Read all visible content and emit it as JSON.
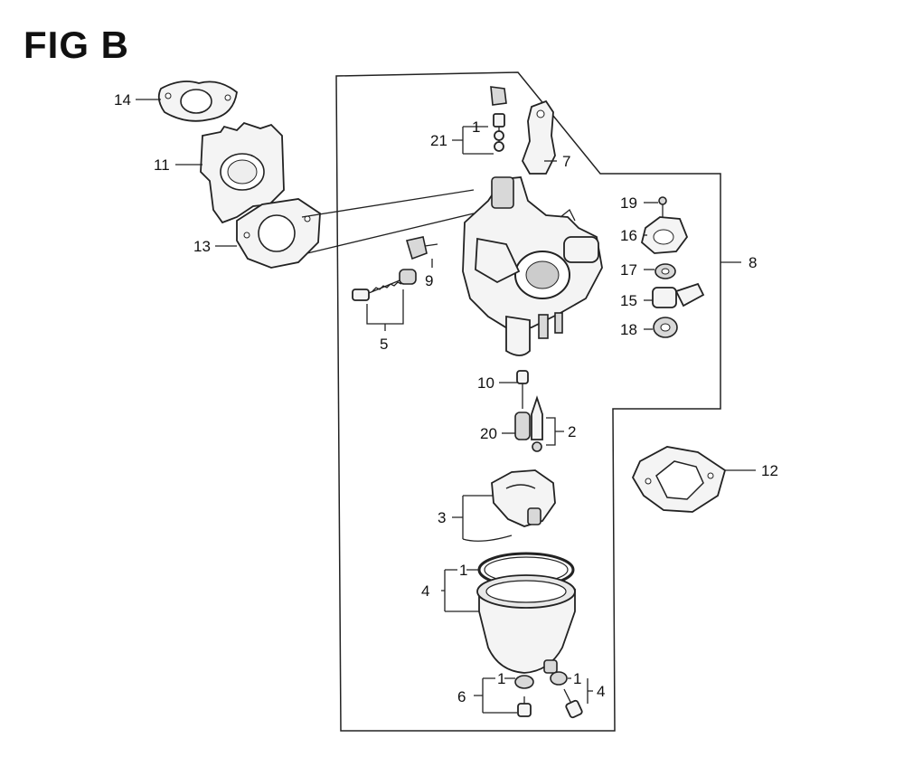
{
  "figure": {
    "title": "FIG B"
  },
  "callouts": {
    "c14": "14",
    "c11": "11",
    "c13": "13",
    "c21": "21",
    "c21_sub": "1",
    "c7": "7",
    "c8": "8",
    "c9": "9",
    "c5": "5",
    "c19": "19",
    "c16": "16",
    "c17": "17",
    "c15": "15",
    "c18": "18",
    "c10": "10",
    "c20": "20",
    "c2": "2",
    "c12": "12",
    "c3": "3",
    "c4": "4",
    "c4_sub": "1",
    "c6": "6",
    "c6_sub": "1",
    "c4b": "4",
    "c4b_sub": "1"
  }
}
